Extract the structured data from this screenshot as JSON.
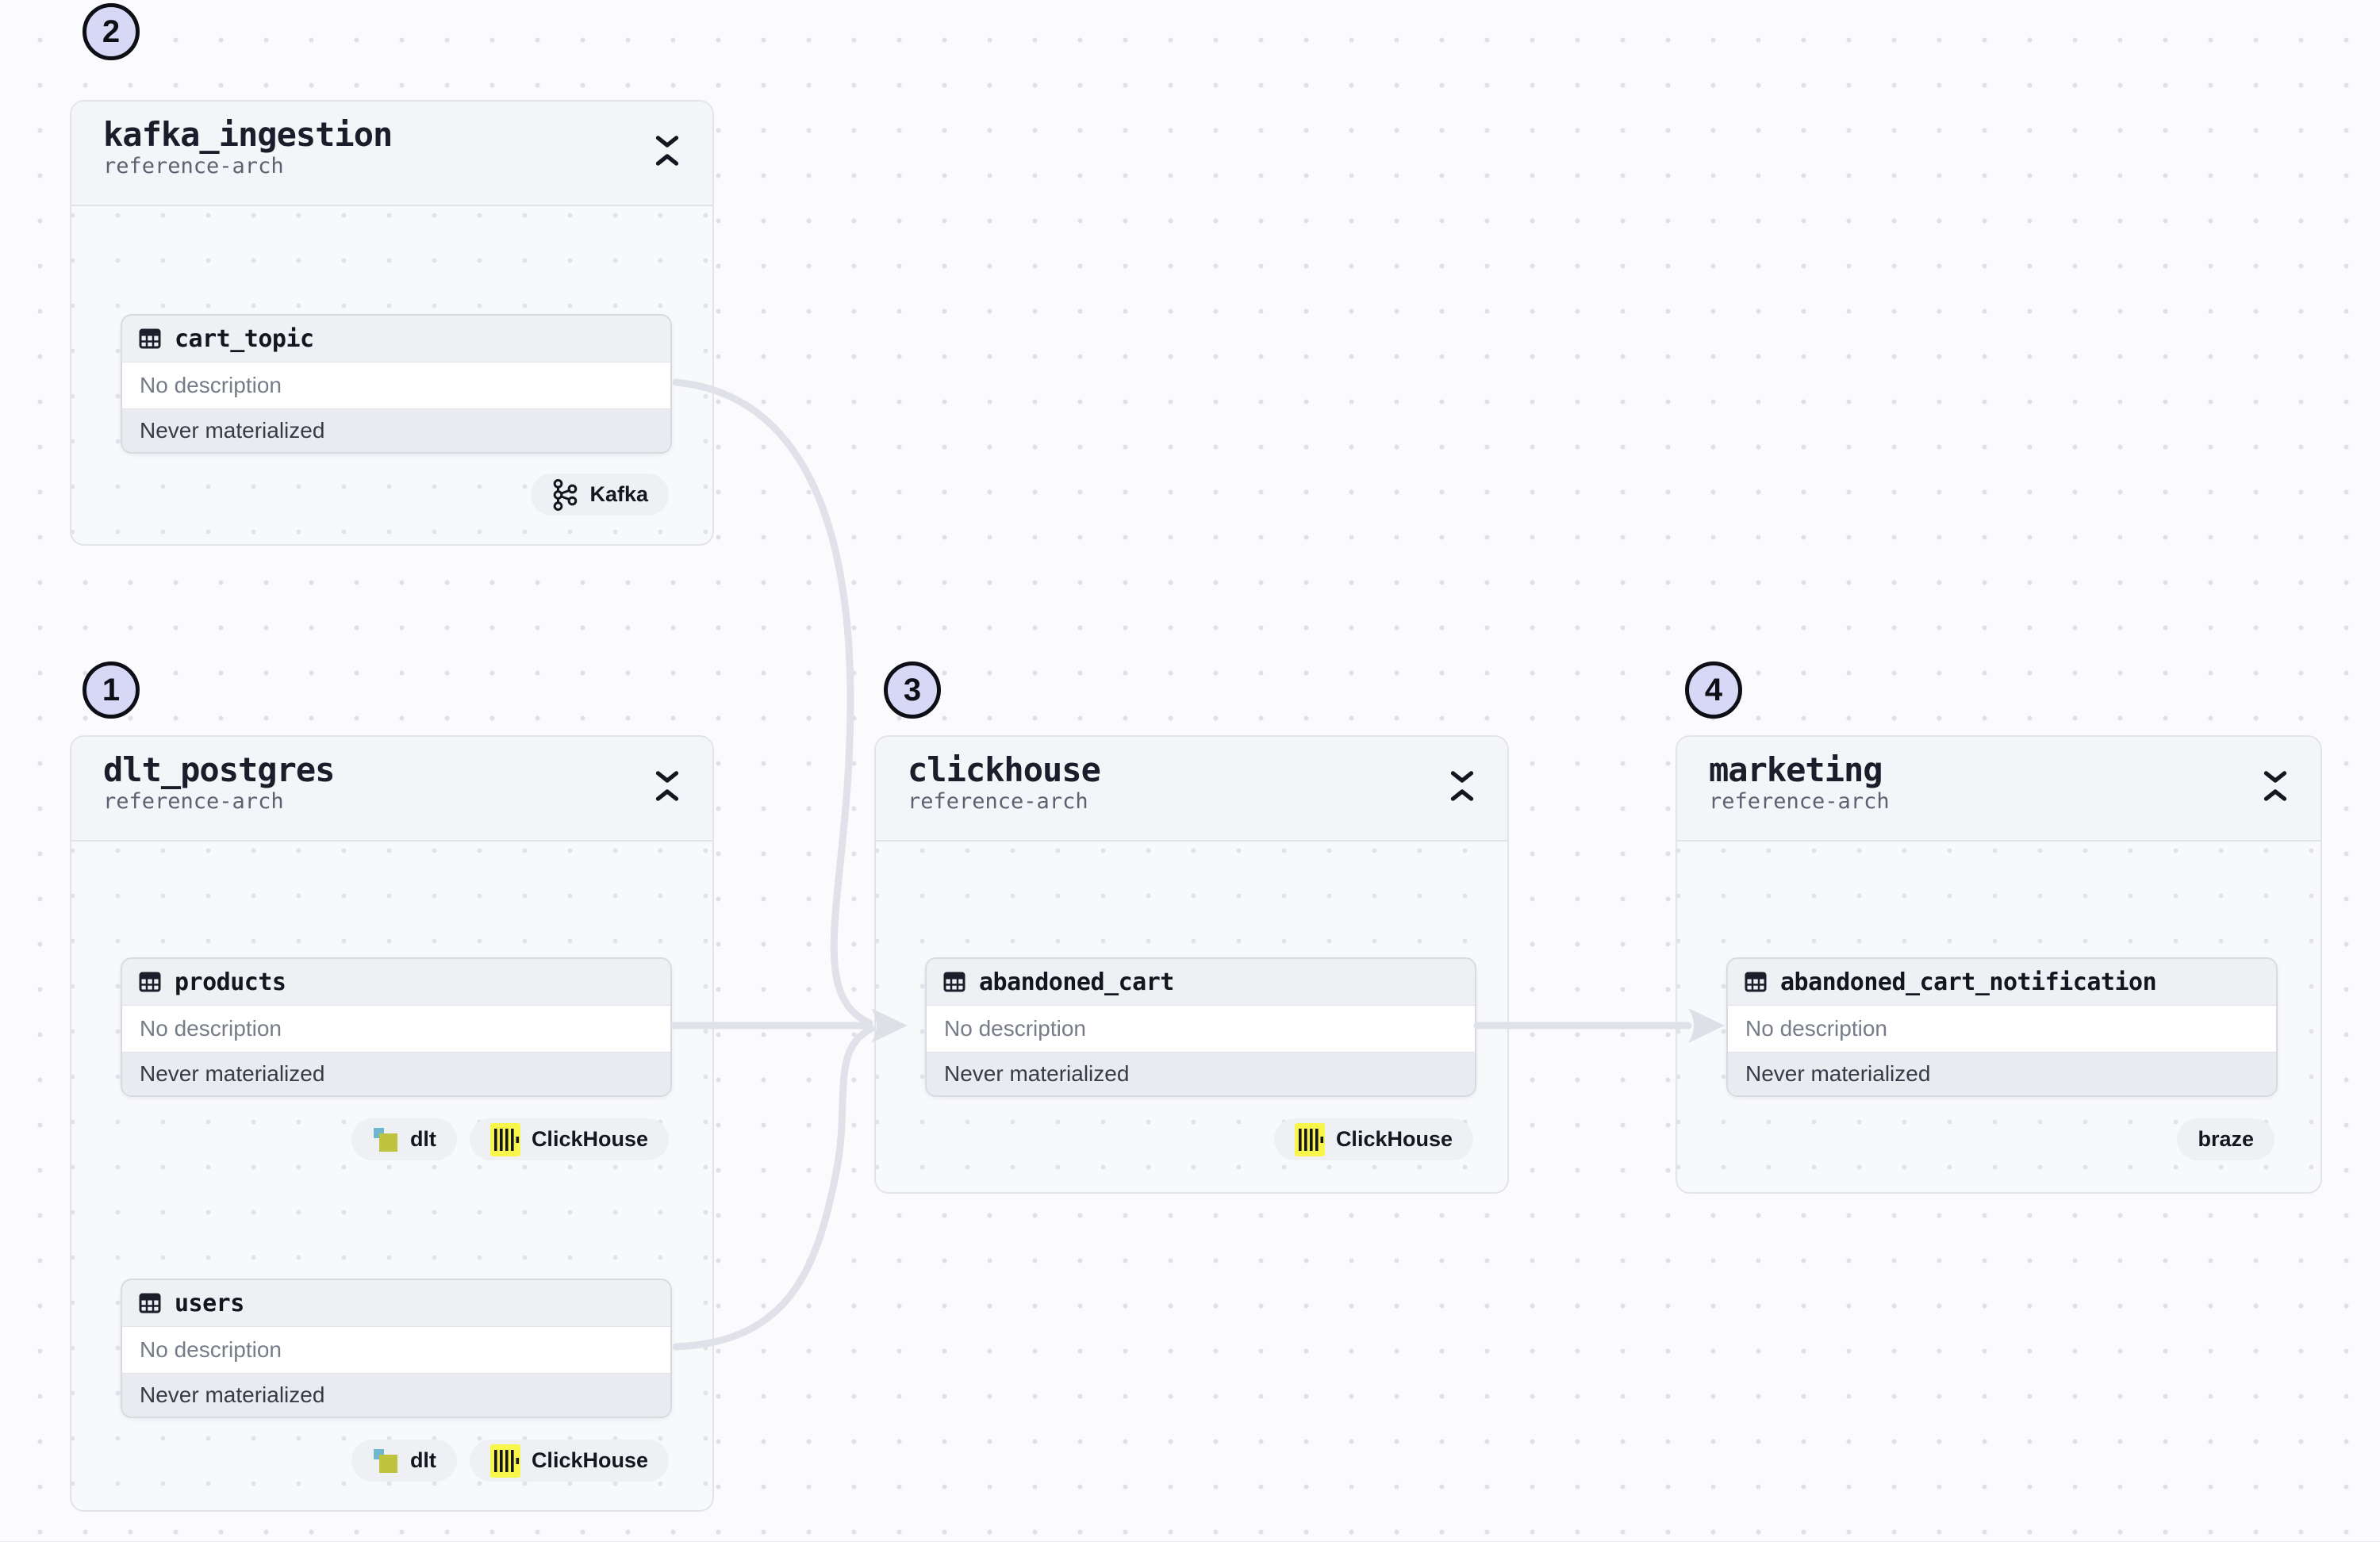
{
  "app": {
    "view": "asset-lineage-canvas"
  },
  "groups": [
    {
      "name": "kafka_ingestion",
      "code_location": "reference-arch",
      "step_number": "2",
      "assets": [
        {
          "name": "cart_topic",
          "description": "No description",
          "status": "Never materialized",
          "tags": [
            {
              "label": "Kafka",
              "icon": "kafka-icon"
            }
          ]
        }
      ]
    },
    {
      "name": "dlt_postgres",
      "code_location": "reference-arch",
      "step_number": "1",
      "assets": [
        {
          "name": "products",
          "description": "No description",
          "status": "Never materialized",
          "tags": [
            {
              "label": "dlt",
              "icon": "dlt-icon"
            },
            {
              "label": "ClickHouse",
              "icon": "clickhouse-icon"
            }
          ]
        },
        {
          "name": "users",
          "description": "No description",
          "status": "Never materialized",
          "tags": [
            {
              "label": "dlt",
              "icon": "dlt-icon"
            },
            {
              "label": "ClickHouse",
              "icon": "clickhouse-icon"
            }
          ]
        }
      ]
    },
    {
      "name": "clickhouse",
      "code_location": "reference-arch",
      "step_number": "3",
      "assets": [
        {
          "name": "abandoned_cart",
          "description": "No description",
          "status": "Never materialized",
          "tags": [
            {
              "label": "ClickHouse",
              "icon": "clickhouse-icon"
            }
          ]
        }
      ]
    },
    {
      "name": "marketing",
      "code_location": "reference-arch",
      "step_number": "4",
      "assets": [
        {
          "name": "abandoned_cart_notification",
          "description": "No description",
          "status": "Never materialized",
          "tags": [
            {
              "label": "braze",
              "icon": null
            }
          ]
        }
      ]
    }
  ],
  "edges": [
    {
      "from": "cart_topic",
      "to": "abandoned_cart"
    },
    {
      "from": "products",
      "to": "abandoned_cart"
    },
    {
      "from": "users",
      "to": "abandoned_cart"
    },
    {
      "from": "abandoned_cart",
      "to": "abandoned_cart_notification"
    }
  ],
  "colors": {
    "canvas_bg": "#fbfbfd",
    "grid_dot": "#e0e1e8",
    "edge": "#e1e2e9",
    "step_badge_bg": "#d6d8f5",
    "clickhouse_yellow": "#f9f64b",
    "dlt_green": "#bfc43e",
    "dlt_blue": "#6fb7cf"
  }
}
